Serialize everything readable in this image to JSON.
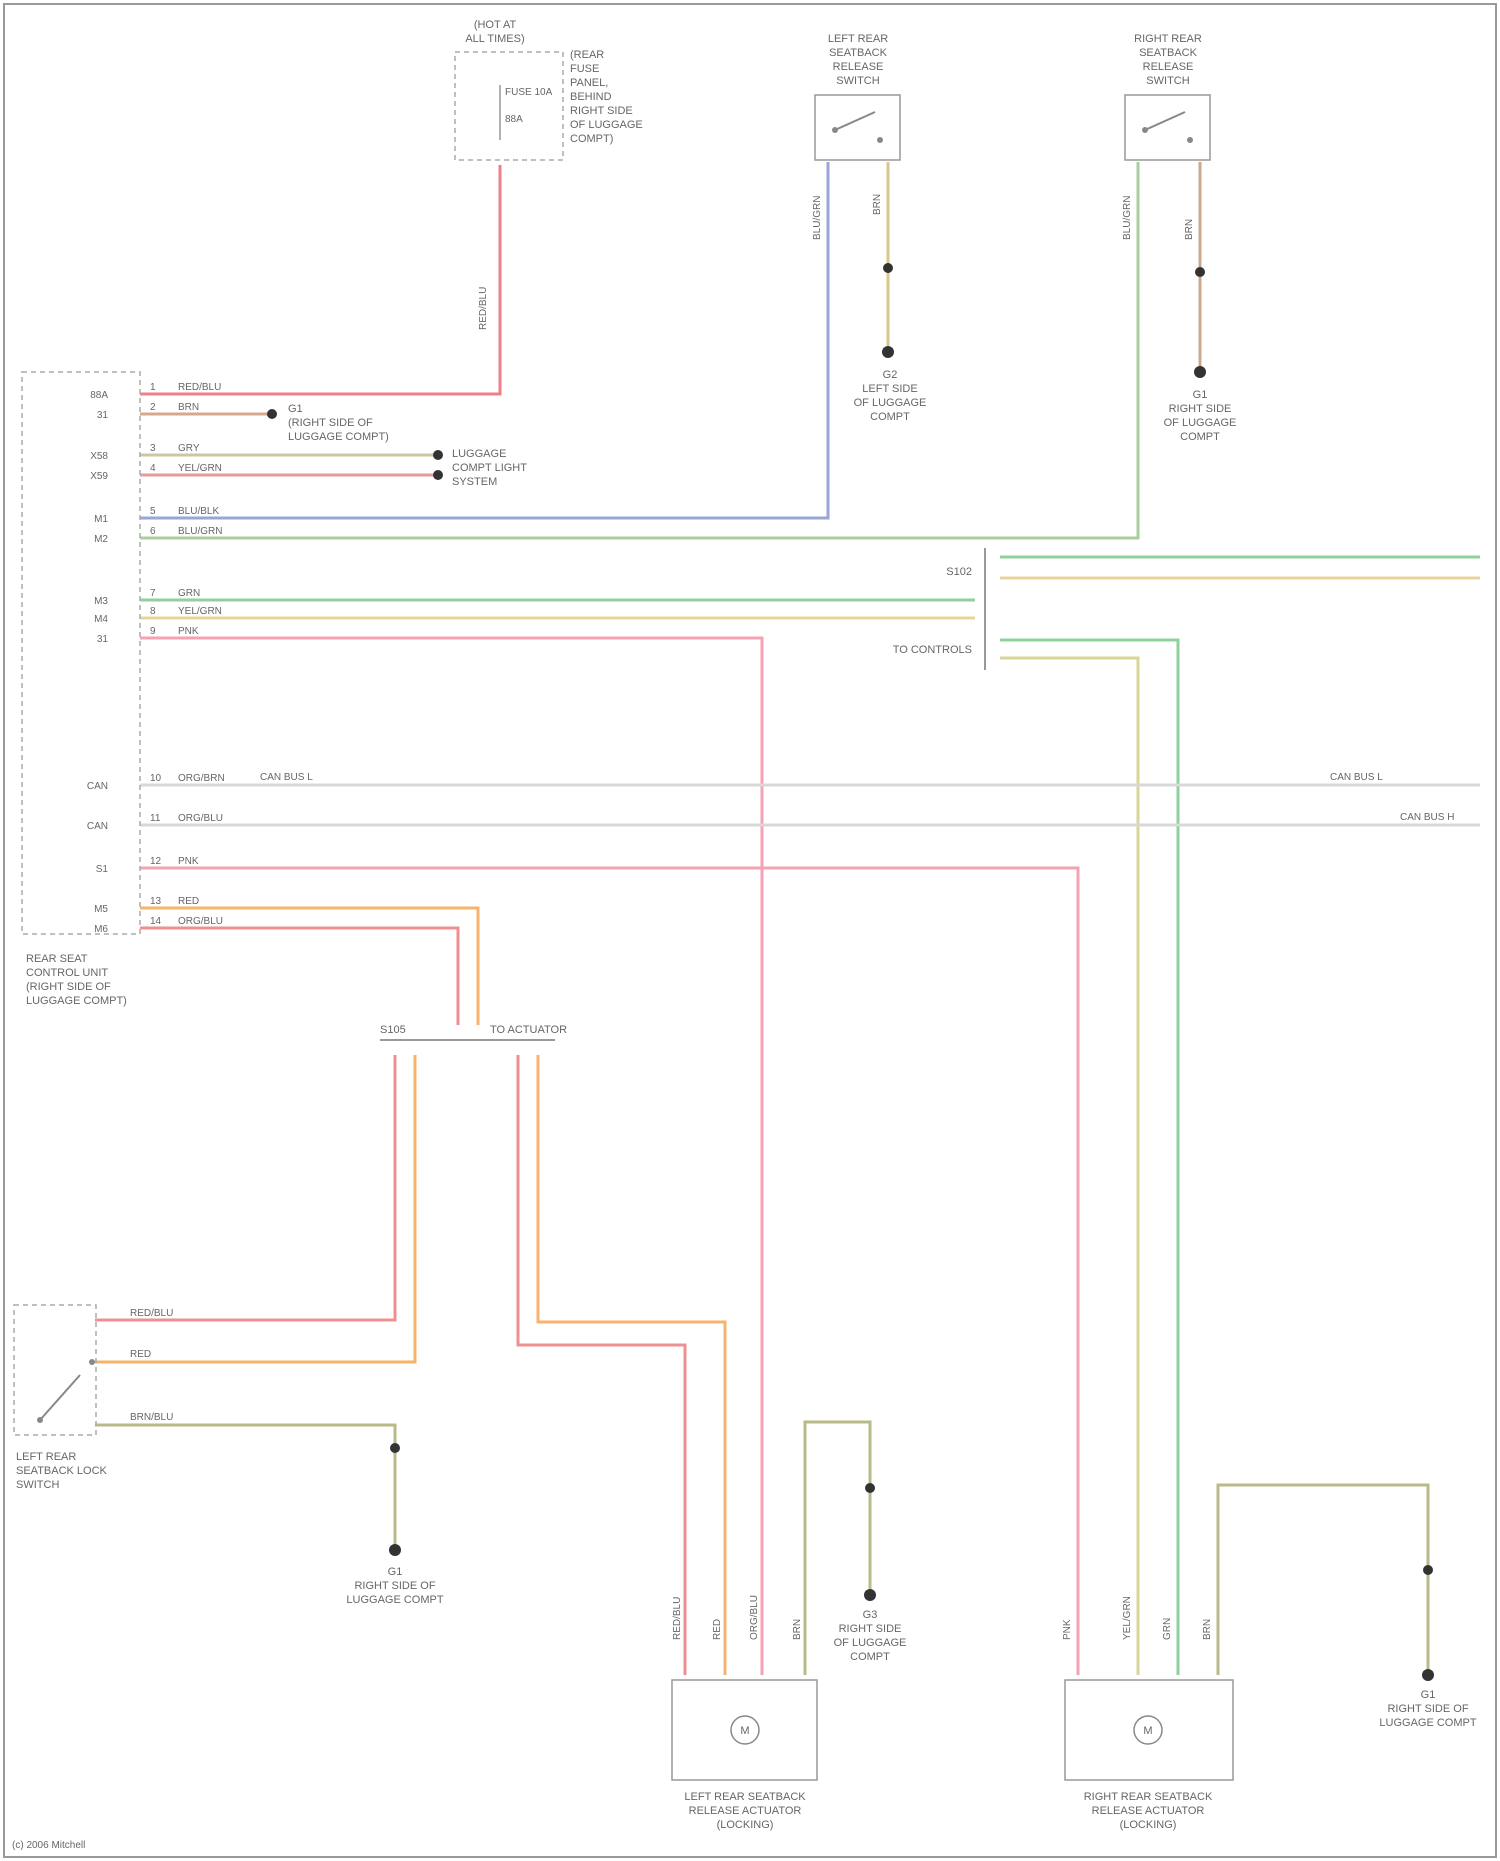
{
  "diagram": {
    "components": {
      "fuse_box": {
        "lines": [
          "(HOT AT",
          "ALL TIMES)"
        ],
        "fuse": "FUSE 10A",
        "side": [
          "(REAR",
          "FUSE",
          "PANEL,",
          "BEHIND",
          "RIGHT SIDE",
          "OF LUGGAGE",
          "COMPT)"
        ],
        "pin": "88A"
      },
      "left_switch": {
        "lines": [
          "LEFT REAR",
          "SEATBACK",
          "RELEASE",
          "SWITCH"
        ]
      },
      "right_switch": {
        "lines": [
          "RIGHT REAR",
          "SEATBACK",
          "RELEASE",
          "SWITCH"
        ]
      },
      "module": {
        "lines": [
          "REAR SEAT",
          "CONTROL UNIT",
          "(RIGHT SIDE OF",
          "LUGGAGE COMPT)"
        ]
      },
      "lock_switch": {
        "lines": [
          "LEFT REAR",
          "SEATBACK LOCK",
          "SWITCH"
        ]
      },
      "left_actuator": {
        "lines": [
          "LEFT REAR SEATBACK",
          "RELEASE ACTUATOR",
          "(LOCKING)"
        ],
        "symbol": "M"
      },
      "right_actuator": {
        "lines": [
          "RIGHT REAR SEATBACK",
          "RELEASE ACTUATOR",
          "(LOCKING)"
        ],
        "symbol": "M"
      }
    },
    "grounds": {
      "g1": {
        "id": "G2",
        "lines": [
          "LEFT SIDE",
          "OF LUGGAGE",
          "COMPT"
        ]
      },
      "g2": {
        "id": "G1",
        "lines": [
          "RIGHT SIDE",
          "OF LUGGAGE",
          "COMPT"
        ]
      },
      "g3": {
        "id": "G1",
        "lines": [
          "RIGHT SIDE OF",
          "LUGGAGE COMPT"
        ]
      },
      "g4": {
        "id": "G3",
        "lines": [
          "RIGHT SIDE",
          "OF LUGGAGE",
          "COMPT"
        ]
      },
      "g5": {
        "id": "G1",
        "lines": [
          "RIGHT SIDE OF",
          "LUGGAGE COMPT"
        ]
      }
    },
    "refs": {
      "ground_ref": {
        "lines": [
          "G1",
          "(RIGHT SIDE OF",
          "LUGGAGE COMPT)"
        ]
      },
      "lighting_ref": {
        "lines": [
          "LUGGAGE",
          "COMPT LIGHT",
          "SYSTEM"
        ]
      },
      "splice_top": "S102",
      "splice_bottom": "TO CONTROLS",
      "splice_lower": "S105",
      "splice_lower2": "TO ACTUATOR",
      "can_left": "CAN BUS L",
      "can_right": "CAN BUS L",
      "can_hi": "CAN BUS H",
      "footer": "(c) 2006 Mitchell"
    },
    "module_pins": [
      {
        "code": "88A",
        "num": "1",
        "color": "RED/BLU"
      },
      {
        "code": "31",
        "num": "2",
        "color": "BRN"
      },
      {
        "code": "X58",
        "num": "3",
        "color": "GRY"
      },
      {
        "code": "X59",
        "num": "4",
        "color": "YEL/GRN"
      },
      {
        "code": "M1",
        "num": "5",
        "color": "BLU/BLK"
      },
      {
        "code": "M2",
        "num": "6",
        "color": "BLU/GRN"
      },
      {
        "code": "M3",
        "num": "7",
        "color": "GRN"
      },
      {
        "code": "M4",
        "num": "8",
        "color": "YEL/GRN"
      },
      {
        "code": "31",
        "num": "9",
        "color": "PNK"
      },
      {
        "code": "CAN",
        "num": "10",
        "color": "ORG/BRN"
      },
      {
        "code": "CAN",
        "num": "11",
        "color": "ORG/BLU"
      },
      {
        "code": "S1",
        "num": "12",
        "color": "PNK"
      },
      {
        "code": "M5",
        "num": "13",
        "color": "RED"
      },
      {
        "code": "M6",
        "num": "14",
        "color": "ORG/BLU"
      }
    ],
    "wire_labels": {
      "fuse_wire": "RED/BLU",
      "left_sw_a": "BLU/GRN",
      "left_sw_b": "BRN",
      "right_sw_a": "BLU/GRN",
      "right_sw_b": "BRN",
      "lock_a": "RED/BLU",
      "lock_b": "RED",
      "lock_c": "BRN/BLU",
      "act_l_a": "RED/BLU",
      "act_l_b": "RED",
      "act_l_c": "ORG/BLU",
      "act_l_d": "BRN",
      "act_r_a": "PNK",
      "act_r_b": "YEL/GRN",
      "act_r_c": "GRN",
      "act_r_d": "BRN"
    }
  }
}
